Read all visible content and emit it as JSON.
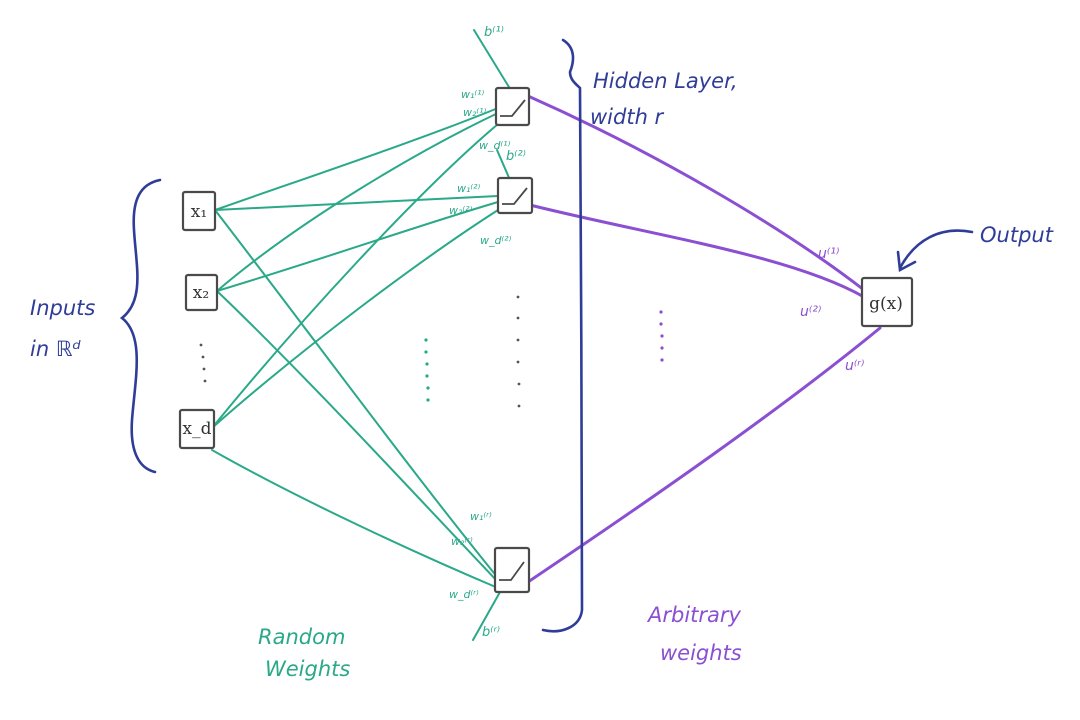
{
  "colors": {
    "green": "#2aa989",
    "purple": "#8b4fd1",
    "navy": "#2f3d98",
    "box": "#4a4a4a",
    "dots": "#555555"
  },
  "inputs": {
    "group_label_line1": "Inputs",
    "group_label_line2": "in ℝᵈ",
    "nodes": [
      "x₁",
      "x₂",
      "x_d"
    ]
  },
  "hidden": {
    "label_line1": "Hidden Layer,",
    "label_line2": "width r",
    "biases": [
      "b⁽¹⁾",
      "b⁽²⁾",
      "b⁽ʳ⁾"
    ],
    "weights_node1": [
      "w₁⁽¹⁾",
      "w₂⁽¹⁾",
      "w_d⁽¹⁾"
    ],
    "weights_node2": [
      "w₁⁽²⁾",
      "w₂⁽²⁾",
      "w_d⁽²⁾"
    ],
    "weights_noder": [
      "w₁⁽ʳ⁾",
      "w₂⁽ʳ⁾",
      "w_d⁽ʳ⁾"
    ]
  },
  "output": {
    "node": "g(x)",
    "label": "Output",
    "weights": [
      "u⁽¹⁾",
      "u⁽²⁾",
      "u⁽ʳ⁾"
    ]
  },
  "captions": {
    "random_line1": "Random",
    "random_line2": "Weights",
    "arbitrary_line1": "Arbitrary",
    "arbitrary_line2": "weights"
  }
}
